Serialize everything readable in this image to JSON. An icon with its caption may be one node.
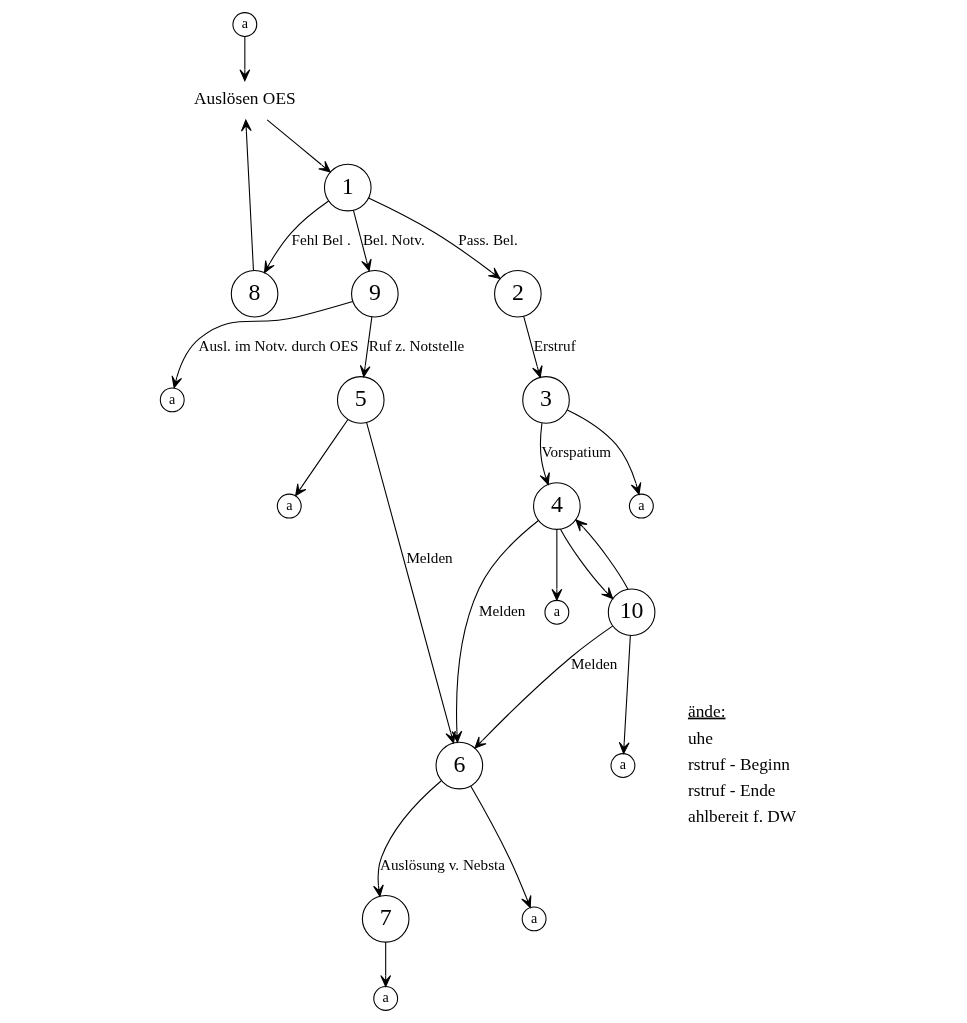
{
  "diagram": {
    "nodes": [
      {
        "text": [
          "Auslösen OES"
        ]
      },
      {
        "text": [
          "1"
        ]
      },
      {
        "text": [
          "2"
        ]
      },
      {
        "text": [
          "3"
        ]
      },
      {
        "text": [
          "4"
        ]
      },
      {
        "text": [
          "5"
        ]
      },
      {
        "text": [
          "6"
        ]
      },
      {
        "text": [
          "7"
        ]
      },
      {
        "text": [
          "8"
        ]
      },
      {
        "text": [
          "9"
        ]
      },
      {
        "text": [
          "10"
        ]
      },
      {
        "text": [
          "a"
        ]
      },
      {
        "text": [
          "a"
        ]
      },
      {
        "text": [
          "a"
        ]
      },
      {
        "text": [
          "a"
        ]
      },
      {
        "text": [
          "a"
        ]
      },
      {
        "text": [
          "a"
        ]
      },
      {
        "text": [
          "a"
        ]
      },
      {
        "text": [
          "a"
        ]
      }
    ],
    "edges": [
      {
        "from": 11,
        "to": 0,
        "arrow": "to"
      },
      {
        "from": 0,
        "to": 1,
        "arrow": "to"
      },
      {
        "from": 1,
        "to": 8,
        "arrow": "to",
        "label": "Fehl Bel ."
      },
      {
        "from": 8,
        "to": 0,
        "arrow": "to"
      },
      {
        "from": 1,
        "to": 2,
        "arrow": "to",
        "label": "Pass. Bel."
      },
      {
        "from": 1,
        "to": 9,
        "arrow": "to",
        "label": "Bel. Notv."
      },
      {
        "from": 9,
        "to": 12,
        "arrow": "to",
        "label": "Ausl. im Notv. durch OES"
      },
      {
        "from": 2,
        "to": 3,
        "arrow": "to",
        "label": "Erstruf"
      },
      {
        "from": 3,
        "to": 13,
        "arrow": "to"
      },
      {
        "from": 3,
        "to": 4,
        "arrow": "to",
        "label": "Vorspatium"
      },
      {
        "from": 4,
        "to": 14,
        "arrow": "to"
      },
      {
        "from": 10,
        "to": 4,
        "arrow": "to"
      },
      {
        "from": 4,
        "to": 10,
        "arrow": "to"
      },
      {
        "from": 10,
        "to": 15,
        "arrow": "to"
      },
      {
        "from": 10,
        "to": 6,
        "arrow": "to",
        "label": "Melden"
      },
      {
        "from": 4,
        "to": 6,
        "arrow": "to",
        "label": "Melden"
      },
      {
        "from": 9,
        "to": 5,
        "arrow": "to",
        "label": "Ruf z. Notstelle"
      },
      {
        "from": 5,
        "to": 16,
        "arrow": "to"
      },
      {
        "from": 5,
        "to": 6,
        "arrow": "to",
        "label": "Melden"
      },
      {
        "from": 6,
        "to": 17,
        "arrow": "to"
      },
      {
        "from": 6,
        "to": 7,
        "arrow": "to",
        "label": "Auslösung v. Nebsta"
      },
      {
        "from": 7,
        "to": 18,
        "arrow": "to"
      }
    ],
    "labels": [
      "ände:",
      "uhe",
      "rstruf - Beginn",
      "rstruf - Ende",
      "ahlbereit f. DW"
    ]
  }
}
